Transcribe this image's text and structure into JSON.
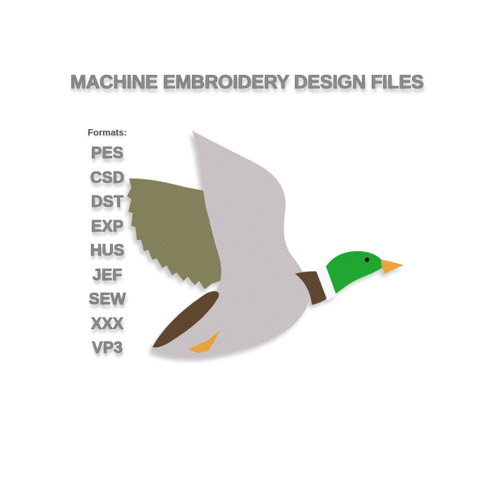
{
  "header": {
    "title": "MACHINE EMBROIDERY DESIGN FILES"
  },
  "formats": {
    "label": "Formats:",
    "items": [
      "PES",
      "CSD",
      "DST",
      "EXP",
      "HUS",
      "JEF",
      "SEW",
      "XXX",
      "VP3"
    ]
  },
  "illustration": {
    "subject": "flying mallard duck embroidery design",
    "colors": {
      "body": "#c9c3c6",
      "back_wing": "#85835f",
      "belly_breast": "#5e4631",
      "head": "#22a831",
      "collar": "#ffffff",
      "beak_feet": "#e8a53c",
      "eye": "#1a1a1a",
      "background": "#ffffff"
    }
  }
}
